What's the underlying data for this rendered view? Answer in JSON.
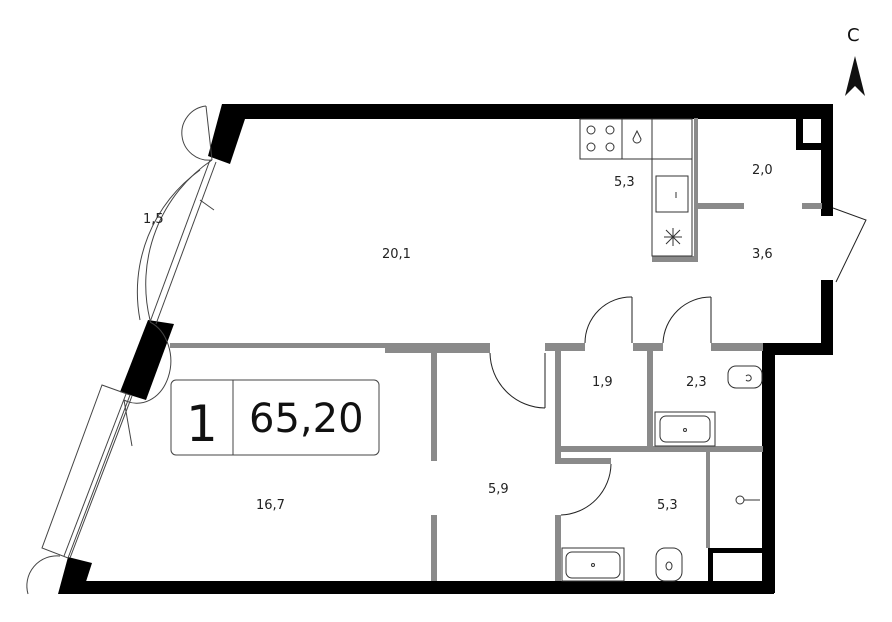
{
  "compass": {
    "letter": "С"
  },
  "summary": {
    "rooms": "1",
    "area": "65,20"
  },
  "rooms": {
    "balcony": "1,5",
    "living": "20,1",
    "kitchen": "5,3",
    "storage": "2,0",
    "entry": "3,6",
    "bedroom": "16,7",
    "hall": "5,9",
    "wc_small": "1,9",
    "wc": "2,3",
    "bath": "5,3"
  }
}
